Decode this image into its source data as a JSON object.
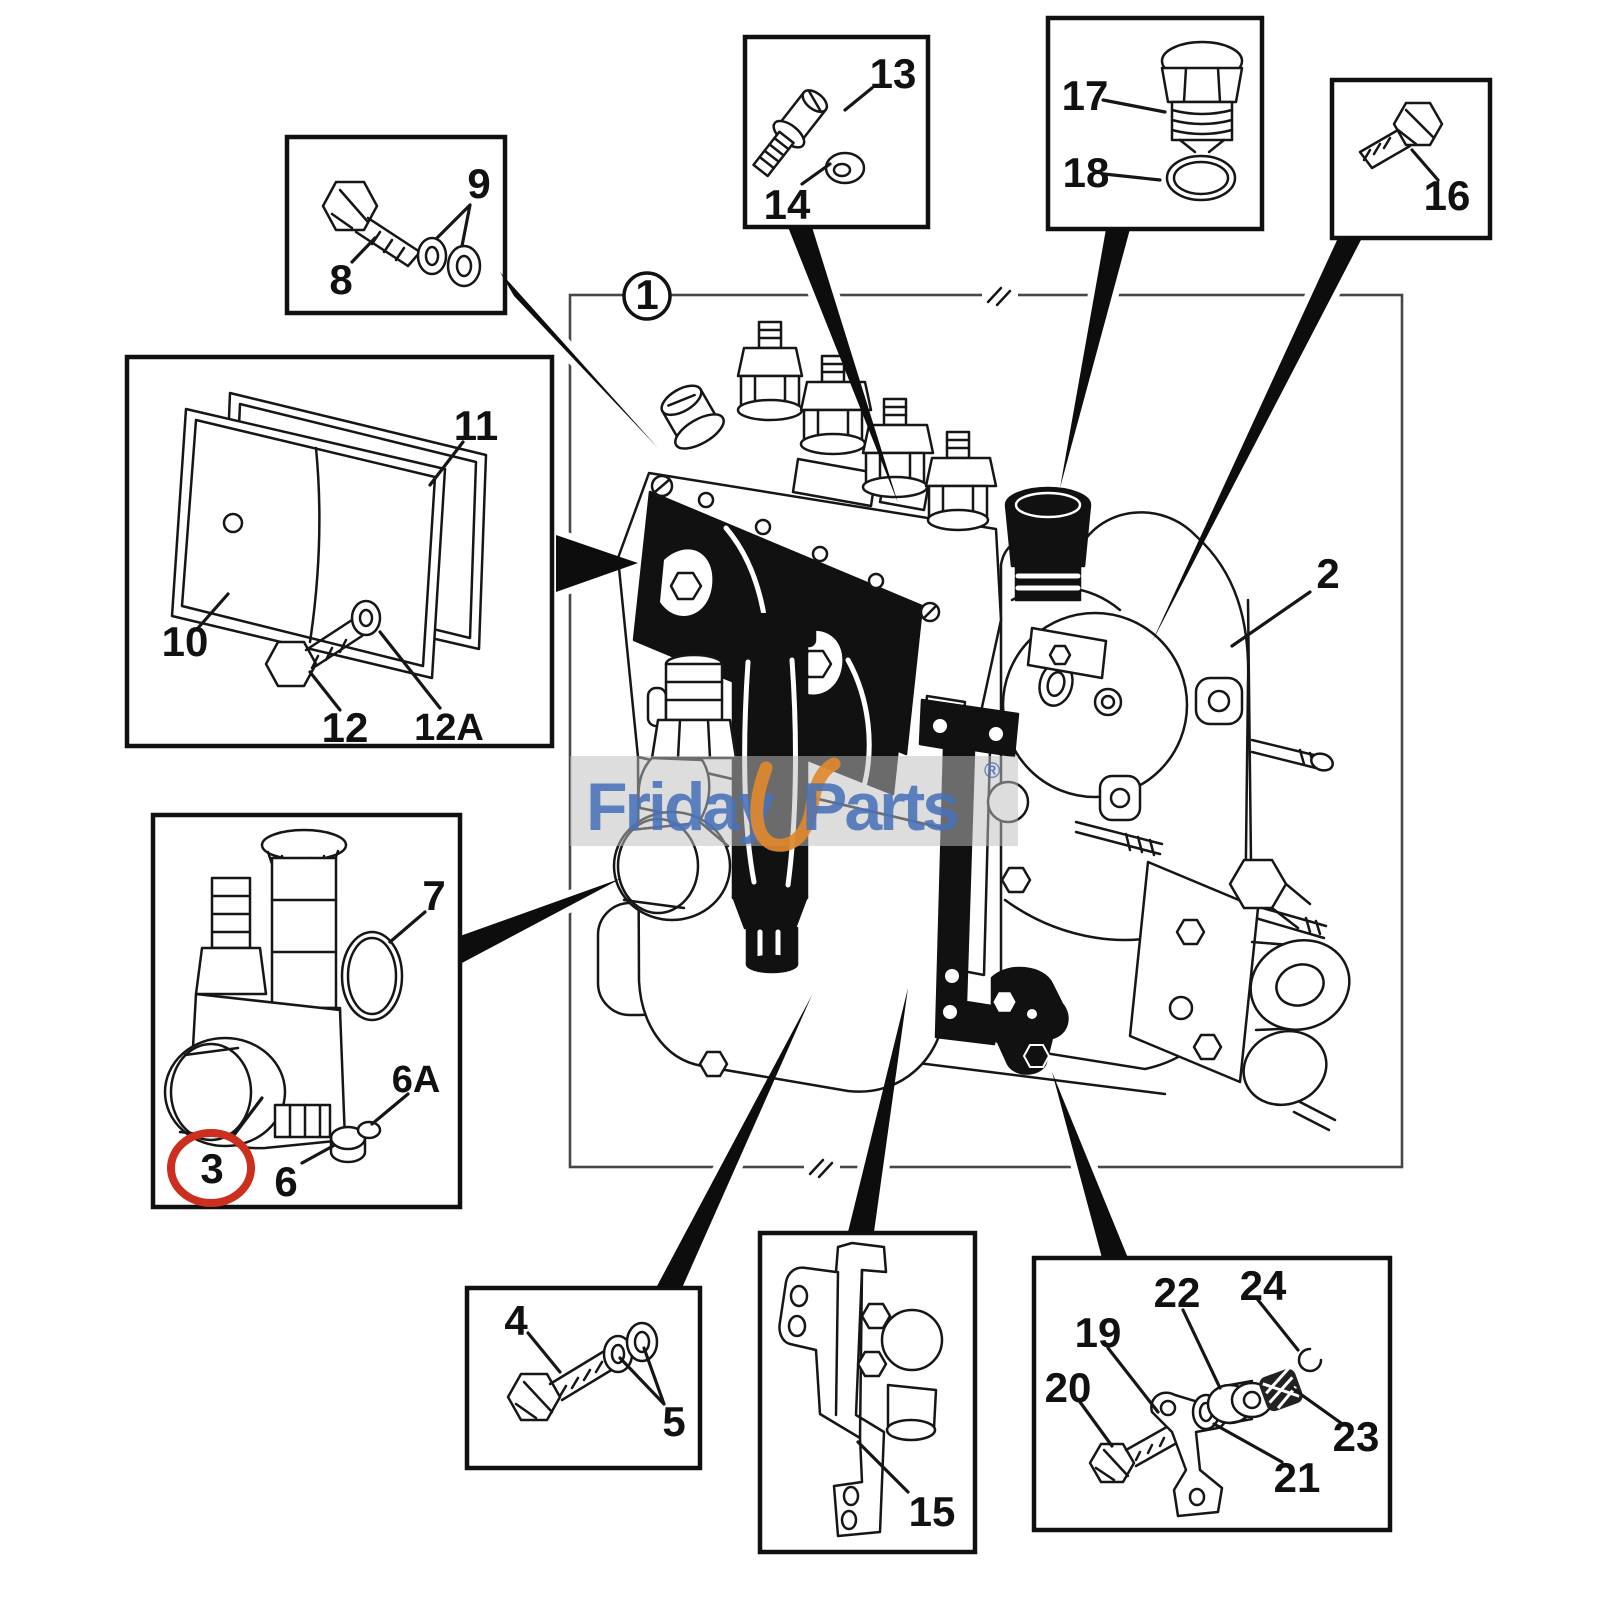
{
  "figure": {
    "subject": "Fuel injection pump exploded parts diagram",
    "main_assembly_label": "1",
    "gear_housing_label": "2",
    "highlighted_part": "3"
  },
  "colors": {
    "line": "#161616",
    "detail_box_border": "#101010",
    "main_box_border": "#474747",
    "highlight_red": "#cd2f1f",
    "watermark_blue": "#4a72b8",
    "watermark_orange": "#e0892e",
    "watermark_band": "#bdbdbd"
  },
  "callouts": {
    "n1": "1",
    "n2": "2",
    "n3": "3",
    "n4": "4",
    "n5": "5",
    "n6": "6",
    "n6a": "6A",
    "n7": "7",
    "n8": "8",
    "n9": "9",
    "n10": "10",
    "n11": "11",
    "n12": "12",
    "n12a": "12A",
    "n13": "13",
    "n14": "14",
    "n15": "15",
    "n16": "16",
    "n17": "17",
    "n18": "18",
    "n19": "19",
    "n20": "20",
    "n21": "21",
    "n22": "22",
    "n23": "23",
    "n24": "24"
  },
  "watermark": {
    "part1": "Friday",
    "part2": "Parts",
    "registered": "®"
  }
}
